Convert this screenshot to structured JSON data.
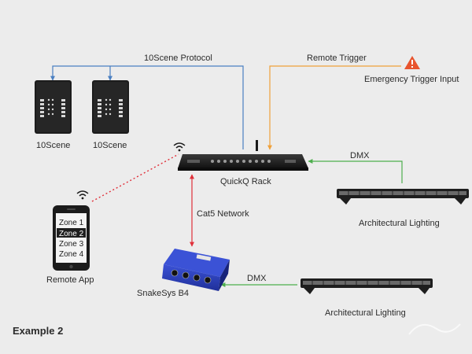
{
  "colors": {
    "background": "#ececec",
    "protocol_line": "#4a7fc1",
    "remote_trigger_line": "#f0a13a",
    "dmx_line": "#4cae4c",
    "cat5_line": "#e0303a",
    "wifi_link": "#e0303a",
    "warning": "#e8542e",
    "snakesys_body": "#2b3fbf"
  },
  "labels": {
    "protocol": "10Scene Protocol",
    "remote_trigger": "Remote Trigger",
    "emergency": "Emergency Trigger Input",
    "scene_left": "10Scene",
    "scene_right": "10Scene",
    "rack": "QuickQ Rack",
    "dmx_top": "DMX",
    "arch_top": "Architectural Lighting",
    "cat5": "Cat5 Network",
    "remote_app": "Remote App",
    "snakesys": "SnakeSys B4",
    "dmx_bottom": "DMX",
    "arch_bottom": "Architectural Lighting",
    "example": "Example 2"
  },
  "phone": {
    "zones": [
      "Zone 1",
      "Zone 2",
      "Zone 3",
      "Zone 4"
    ],
    "selected_zone": "Zone 2"
  },
  "icons": {
    "warning": "warning-triangle-icon",
    "wifi": "wifi-icon"
  }
}
